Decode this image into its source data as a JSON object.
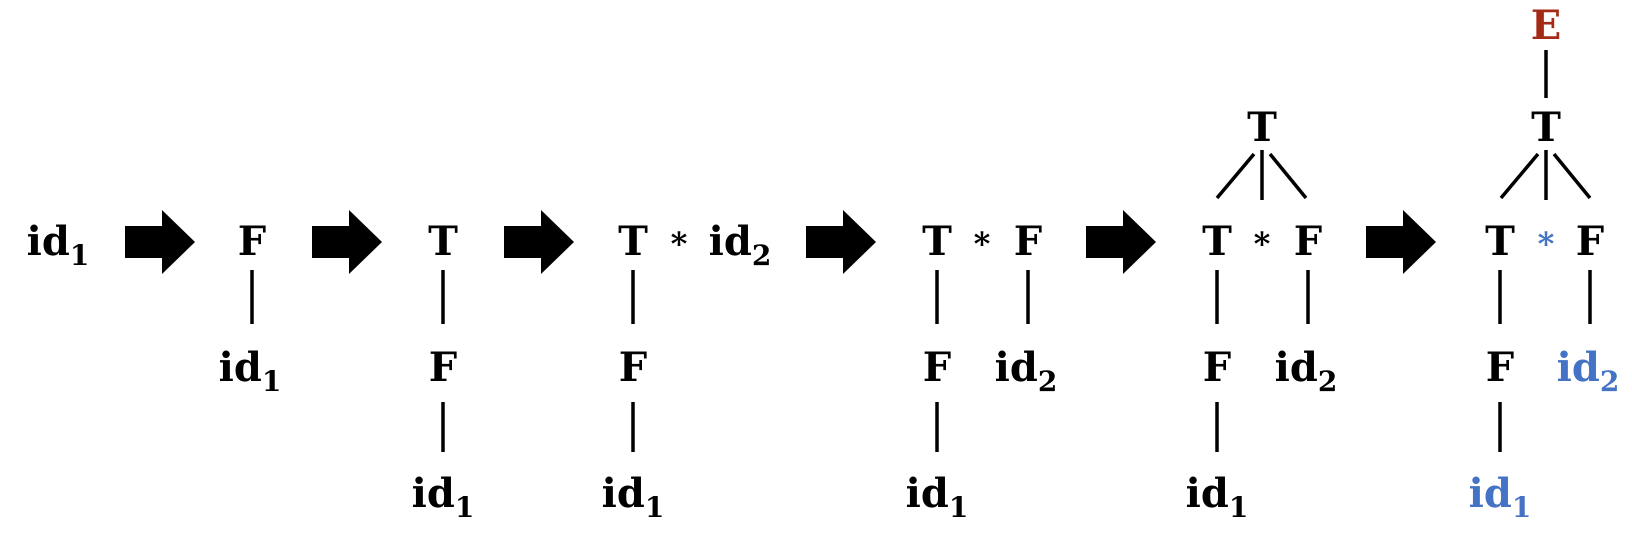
{
  "tokens": {
    "id": "id",
    "F": "F",
    "T": "T",
    "E": "E",
    "star": "*",
    "sub1": "1",
    "sub2": "2"
  },
  "colors": {
    "text": "#000000",
    "highlight": "#4472c4",
    "root": "#a52a16",
    "arrow": "#000000"
  }
}
